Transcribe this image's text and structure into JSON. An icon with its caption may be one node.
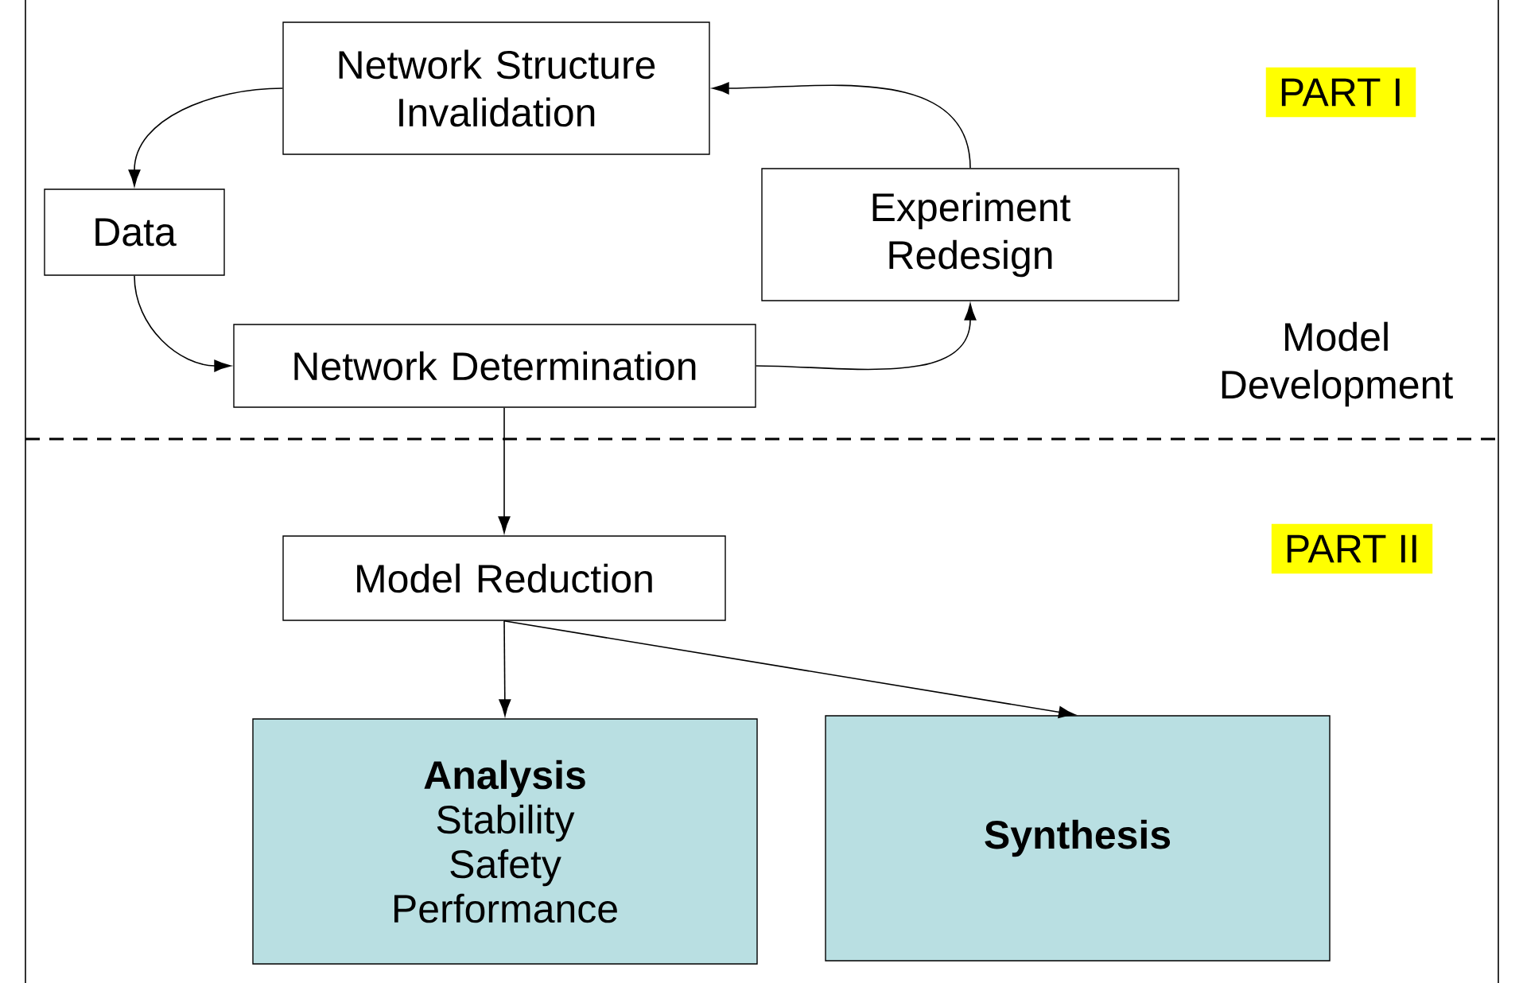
{
  "diagram": {
    "nodes": [
      {
        "text": [
          "Network Structure Invalidation"
        ]
      },
      {
        "text": [
          "Data"
        ]
      },
      {
        "text": [
          "Network Determination"
        ]
      },
      {
        "text": [
          "Experiment Redesign"
        ]
      },
      {
        "text": [
          "Model Reduction"
        ]
      },
      {
        "text": [
          "Analysis",
          "Stability",
          "Safety",
          "Performance"
        ]
      },
      {
        "text": [
          "Synthesis"
        ]
      }
    ],
    "edges": [
      {
        "from": 0,
        "to": 1,
        "arrow": "to"
      },
      {
        "from": 1,
        "to": 2,
        "arrow": "to"
      },
      {
        "from": 2,
        "to": 3,
        "arrow": "to"
      },
      {
        "from": 3,
        "to": 0,
        "arrow": "to"
      },
      {
        "from": 2,
        "to": 4,
        "arrow": "to"
      },
      {
        "from": 4,
        "to": 5,
        "arrow": "to"
      },
      {
        "from": 4,
        "to": 6,
        "arrow": "to"
      }
    ],
    "labels": [
      "PART  I",
      "Model Development",
      "PART  II"
    ]
  }
}
